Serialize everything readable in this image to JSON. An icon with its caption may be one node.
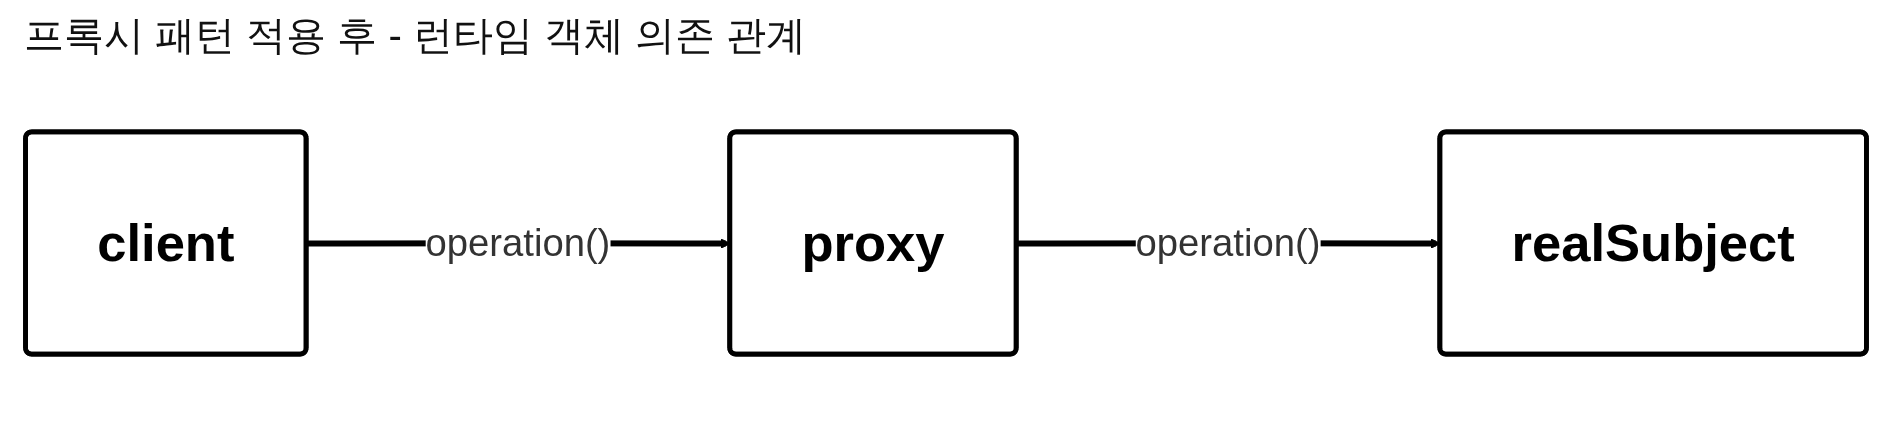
{
  "diagram": {
    "title": "프록시 패턴 적용 후 - 런타임 객체 의존 관계",
    "nodes": [
      {
        "text": [
          "client"
        ]
      },
      {
        "text": [
          "proxy"
        ]
      },
      {
        "text": [
          "realSubject"
        ]
      }
    ],
    "edges": [
      {
        "from": 0,
        "to": 1,
        "arrow": "to",
        "label": "operation()"
      },
      {
        "from": 1,
        "to": 2,
        "arrow": "to",
        "label": "operation()"
      }
    ]
  }
}
